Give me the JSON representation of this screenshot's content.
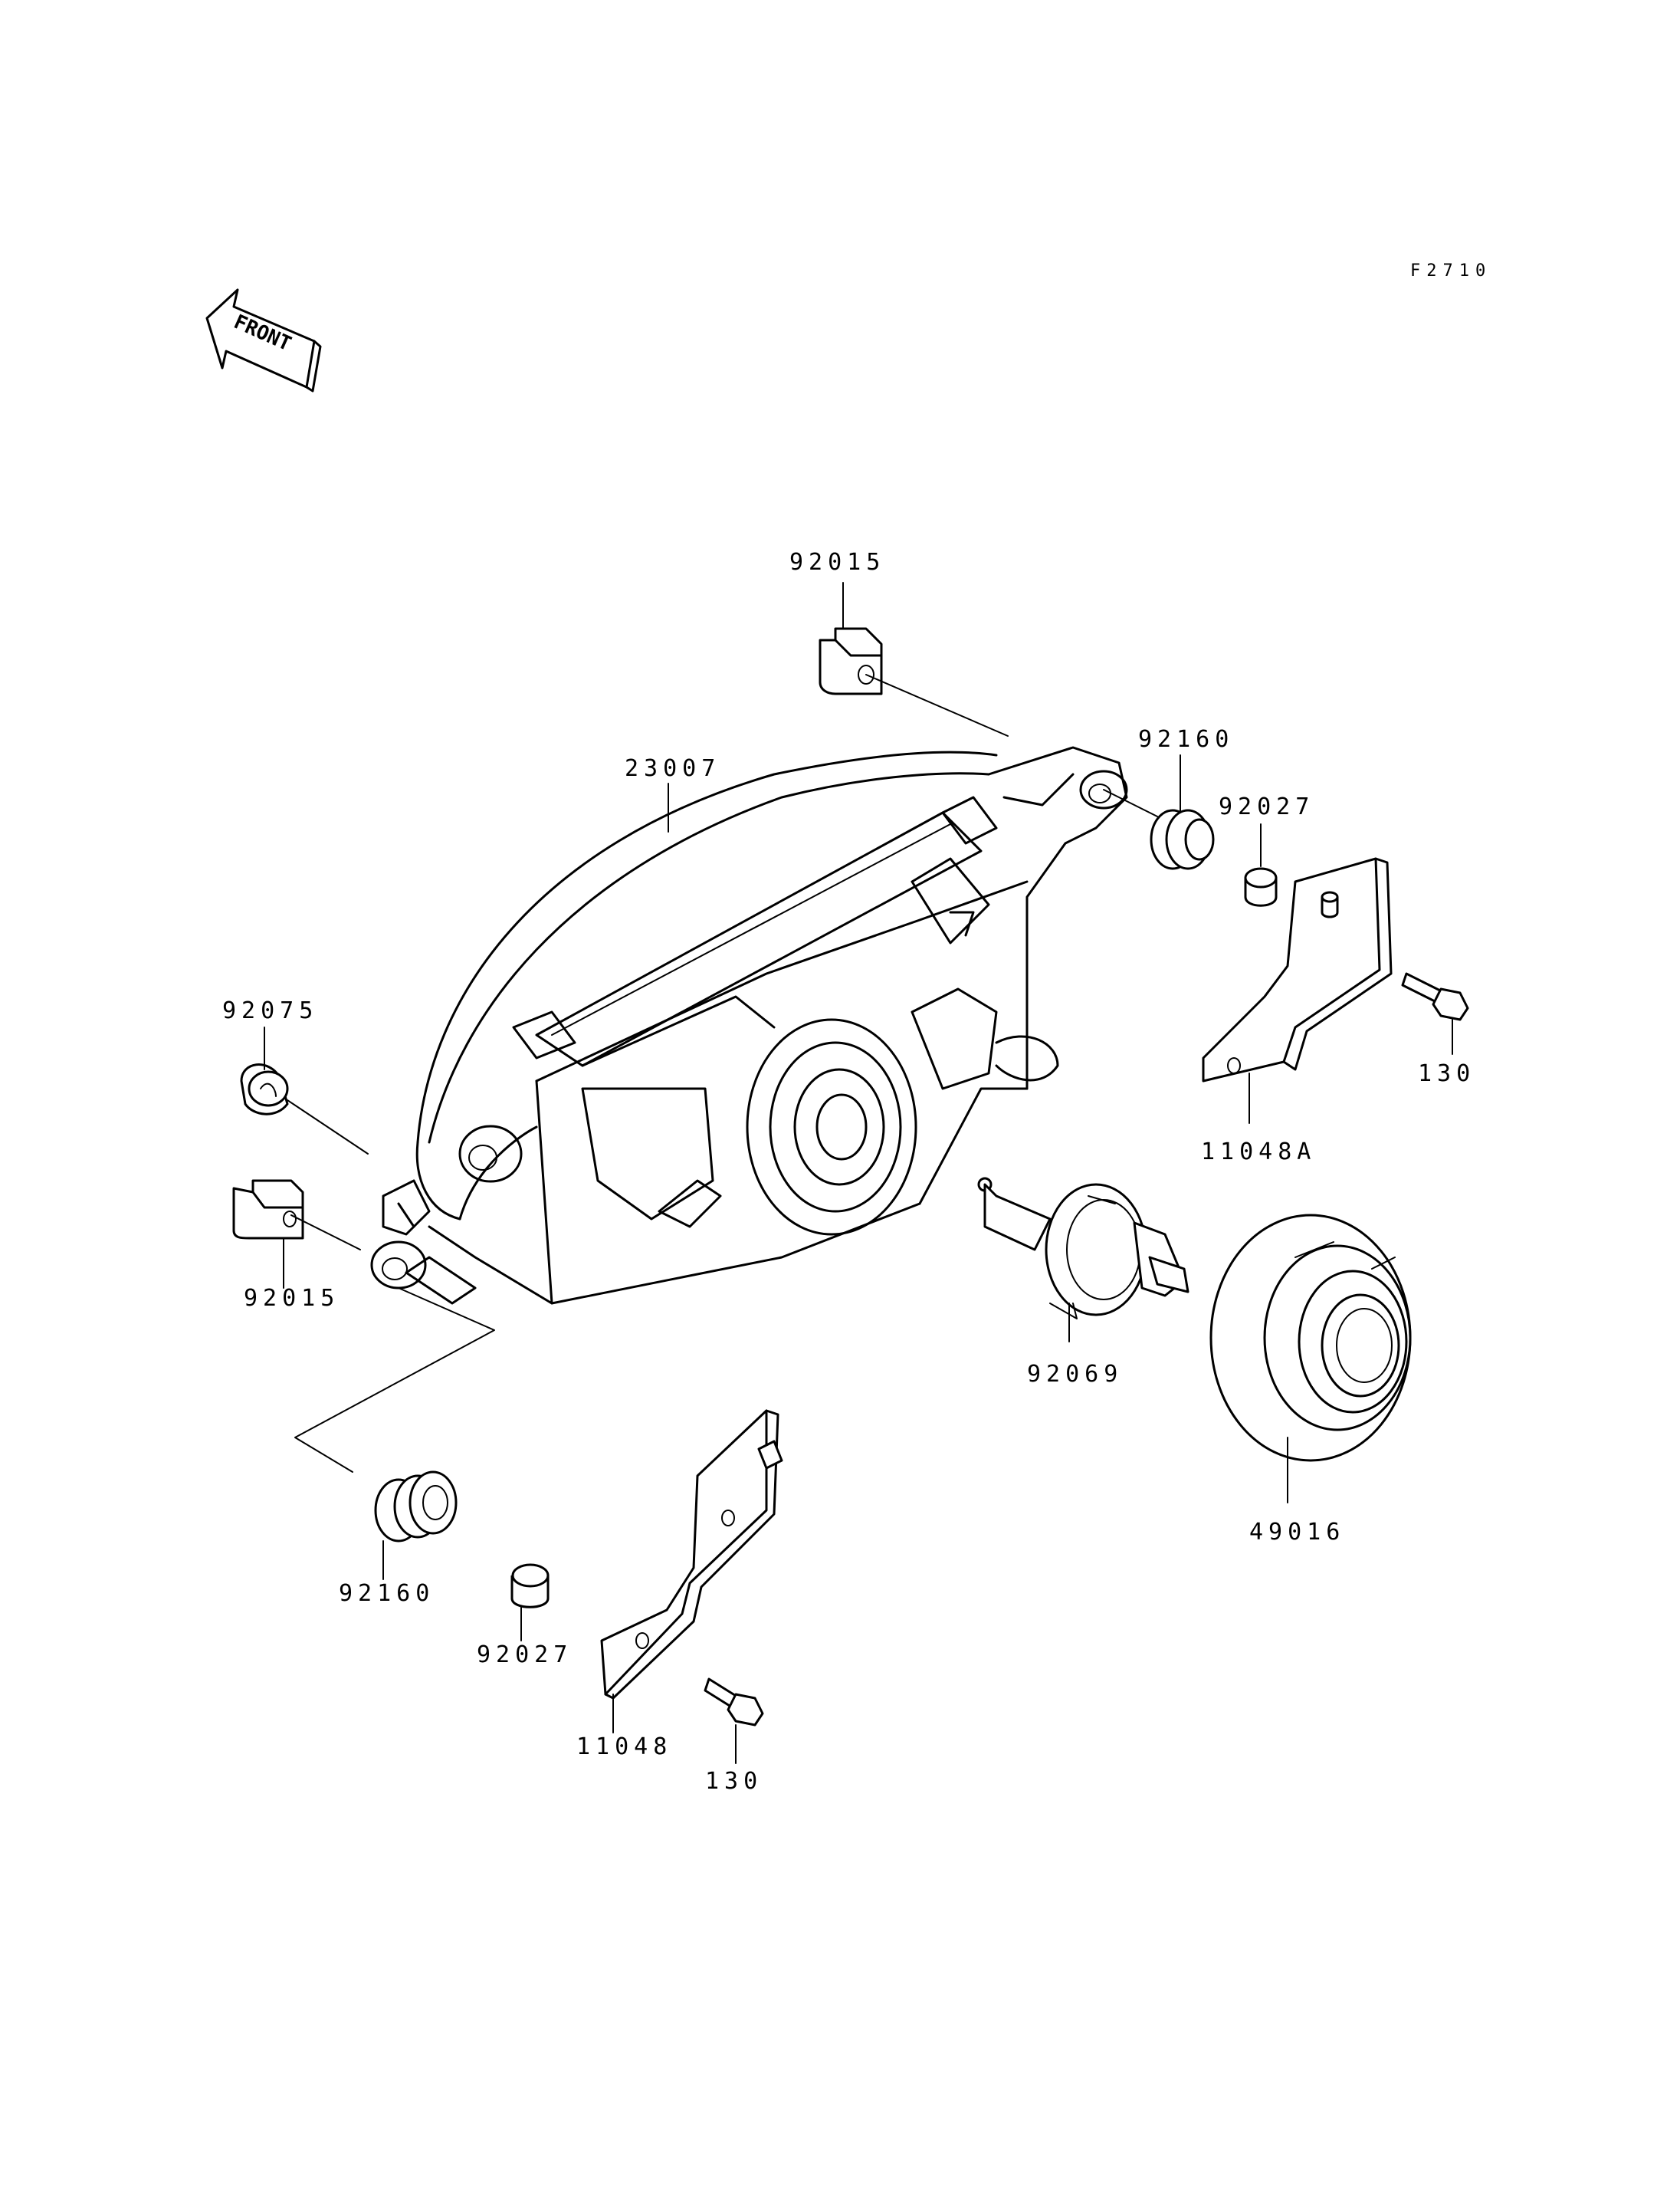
{
  "diagram_code": "F2710",
  "front_arrow_text": "FRONT",
  "labels": {
    "p92015_top": "92015",
    "p23007": "23007",
    "p92160_right": "92160",
    "p92027_right": "92027",
    "p130_right": "130",
    "p11048A": "11048A",
    "p92075": "92075",
    "p92015_left": "92015",
    "p92069": "92069",
    "p49016": "49016",
    "p92160_left": "92160",
    "p92027_left": "92027",
    "p11048": "11048",
    "p130_bottom": "130"
  }
}
